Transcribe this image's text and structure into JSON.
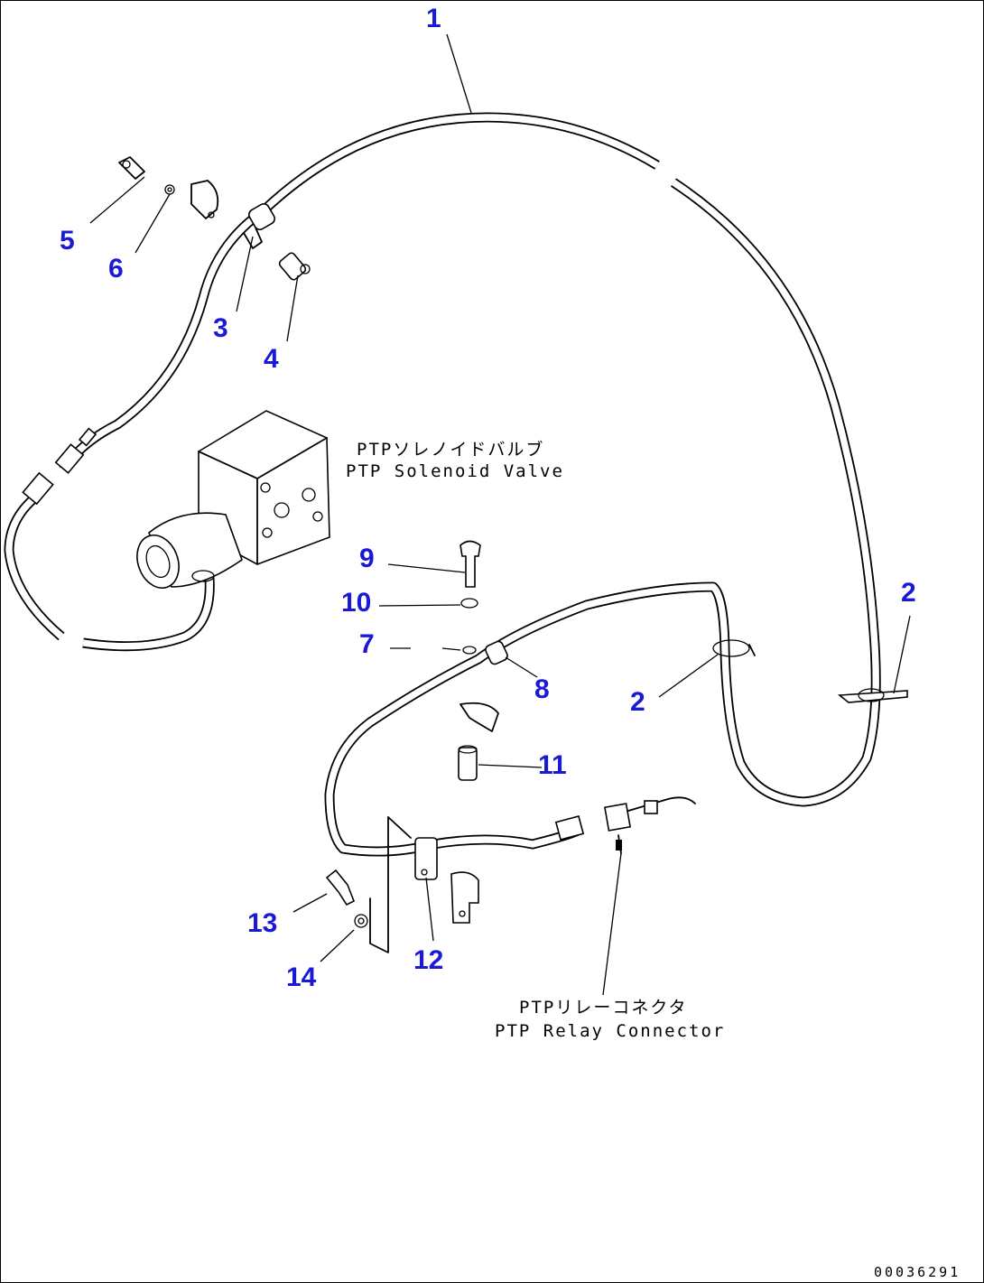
{
  "labels": {
    "callouts": [
      {
        "id": "1",
        "text": "1"
      },
      {
        "id": "2a",
        "text": "2"
      },
      {
        "id": "2b",
        "text": "2"
      },
      {
        "id": "3",
        "text": "3"
      },
      {
        "id": "4",
        "text": "4"
      },
      {
        "id": "5",
        "text": "5"
      },
      {
        "id": "6",
        "text": "6"
      },
      {
        "id": "7",
        "text": "7"
      },
      {
        "id": "8",
        "text": "8"
      },
      {
        "id": "9",
        "text": "9"
      },
      {
        "id": "10",
        "text": "10"
      },
      {
        "id": "11",
        "text": "11"
      },
      {
        "id": "12",
        "text": "12"
      },
      {
        "id": "13",
        "text": "13"
      },
      {
        "id": "14",
        "text": "14"
      }
    ],
    "solenoid_jp": "PTPソレノイドバルブ",
    "solenoid_en": "PTP Solenoid Valve",
    "relay_jp": "PTPリレーコネクタ",
    "relay_en": "PTP Relay Connector",
    "drawing_code": "00036291"
  },
  "colors": {
    "callout": "#1a1ad6",
    "line": "#000000"
  }
}
